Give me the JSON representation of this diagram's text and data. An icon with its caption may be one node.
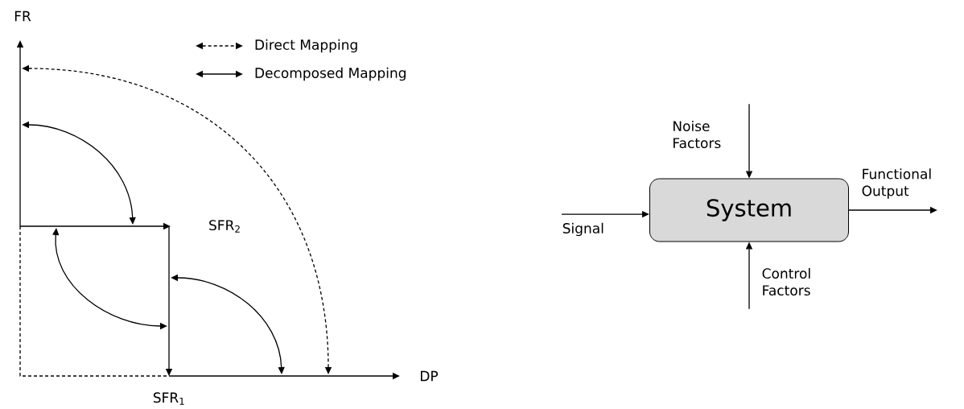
{
  "diagram": {
    "nodes": [
      {
        "text": [
          "Noise Factors"
        ]
      },
      {
        "text": [
          "Functional Output"
        ]
      },
      {
        "text": [
          "System"
        ]
      },
      {
        "text": [
          "Signal"
        ]
      },
      {
        "text": [
          "Control Factors"
        ]
      }
    ],
    "edges": [
      {
        "from": 0,
        "to": 2,
        "arrow": "to"
      },
      {
        "from": 3,
        "to": 2,
        "arrow": "to"
      },
      {
        "from": 2,
        "to": 1,
        "arrow": "to"
      },
      {
        "from": 4,
        "to": 2,
        "arrow": "to"
      }
    ],
    "labels": [
      "FR",
      "SFR$_{2}$",
      "DP",
      "SFR$_{1}$"
    ],
    "legend": [
      {
        "text": "Direct Mapping"
      },
      {
        "text": "Decomposed Mapping"
      }
    ]
  }
}
